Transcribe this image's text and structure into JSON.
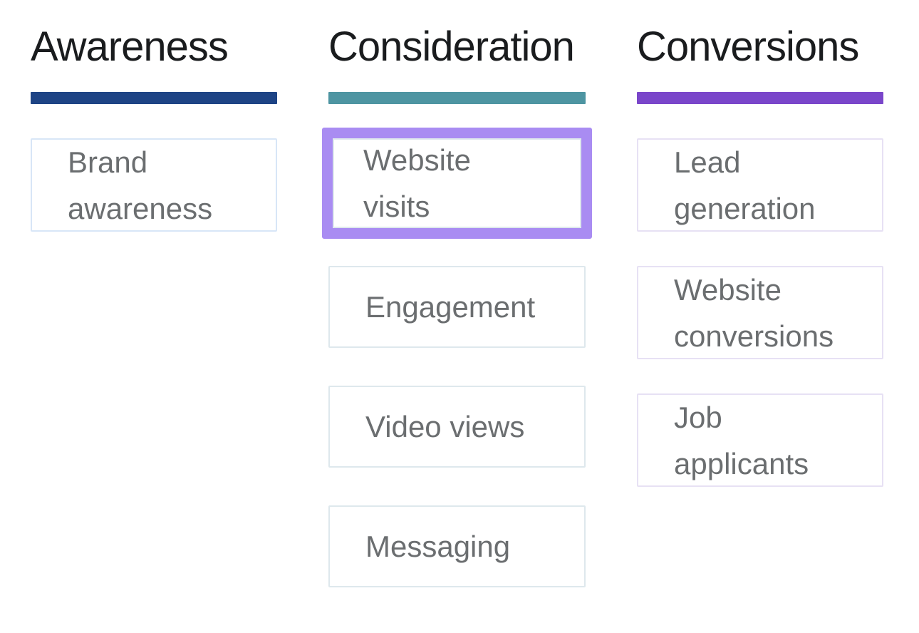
{
  "page": {
    "background": "#ffffff",
    "heading_color": "#1a1c1e",
    "card_text_color": "#6b6e70"
  },
  "highlight": {
    "color": "#a98cf2",
    "card": "Website visits"
  },
  "columns": [
    {
      "id": "awareness",
      "title": "Awareness",
      "bar_color": "#1e4485",
      "card_border_color": "#d8e6f7",
      "cards": [
        {
          "label": "Brand awareness",
          "lines": [
            "Brand",
            "awareness"
          ],
          "highlighted": false
        }
      ]
    },
    {
      "id": "consideration",
      "title": "Consideration",
      "bar_color": "#4e95a2",
      "card_border_color": "#dee8ed",
      "cards": [
        {
          "label": "Website visits",
          "lines": [
            "Website",
            "visits"
          ],
          "highlighted": true
        },
        {
          "label": "Engagement",
          "lines": [
            "Engagement"
          ],
          "highlighted": false
        },
        {
          "label": "Video views",
          "lines": [
            "Video views"
          ],
          "highlighted": false
        },
        {
          "label": "Messaging",
          "lines": [
            "Messaging"
          ],
          "highlighted": false
        }
      ]
    },
    {
      "id": "conversions",
      "title": "Conversions",
      "bar_color": "#7a46ca",
      "card_border_color": "#e7e1f4",
      "cards": [
        {
          "label": "Lead generation",
          "lines": [
            "Lead",
            "generation"
          ],
          "highlighted": false
        },
        {
          "label": "Website conversions",
          "lines": [
            "Website",
            "conversions"
          ],
          "highlighted": false
        },
        {
          "label": "Job applicants",
          "lines": [
            "Job",
            "applicants"
          ],
          "highlighted": false
        }
      ]
    }
  ]
}
